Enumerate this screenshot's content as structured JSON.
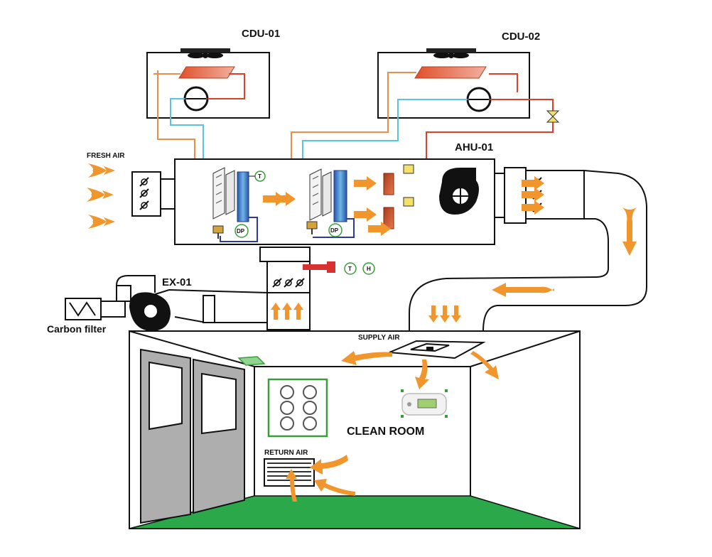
{
  "labels": {
    "cdu1": "CDU-01",
    "cdu2": "CDU-02",
    "ahu": "AHU-01",
    "fresh_air": "FRESH AIR",
    "exhaust": "EX-01",
    "carbon_filter": "Carbon filter",
    "supply_air": "SUPPLY AIR",
    "return_air": "RETURN AIR",
    "clean_room": "CLEAN ROOM"
  },
  "sensors": {
    "temp": "T",
    "humidity": "H",
    "dew_point": "DP"
  },
  "colors": {
    "refrigerant_hot": "#d9412b",
    "refrigerant_liquid": "#e8904a",
    "refrigerant_suction": "#59c3e0",
    "control_wire": "#2b3a9c",
    "airflow": "#f0962c",
    "floor": "#2aa84a",
    "panel_frame": "#3a9d3a"
  },
  "icons": [
    "fan-icon",
    "compressor-icon",
    "coil-icon",
    "damper-icon",
    "expansion-valve-icon",
    "blower-icon",
    "diffuser-icon",
    "thermostat-icon",
    "pressure-gauge-icon"
  ]
}
